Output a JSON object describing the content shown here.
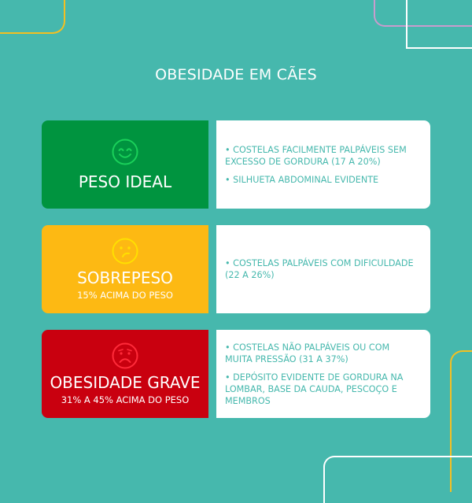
{
  "title": "OBESIDADE EM CÃES",
  "colors": {
    "background": "#46b8ad",
    "ideal": "#00943f",
    "overweight": "#fdb913",
    "obese": "#c9000f",
    "text_teal": "#46b8ad",
    "deco_yellow": "#f4bf21",
    "deco_purple": "#c99ccd",
    "deco_white": "#ffffff"
  },
  "cards": [
    {
      "icon": "happy-face-icon",
      "icon_color": "#1ad15a",
      "label": "PESO IDEAL",
      "sub": "",
      "bullets": [
        "• COSTELAS FACILMENTE PALPÁVEIS SEM EXCESSO DE GORDURA (17 A 20%)",
        "• SILHUETA ABDOMINAL EVIDENTE"
      ]
    },
    {
      "icon": "sad-face-icon",
      "icon_color": "#ffe000",
      "label": "SOBREPESO",
      "sub": "15% ACIMA DO PESO",
      "bullets": [
        "• COSTELAS PALPÁVEIS COM DIFICULDADE (22 A 26%)"
      ]
    },
    {
      "icon": "worried-face-icon",
      "icon_color": "#ff2b3a",
      "label": "OBESIDADE GRAVE",
      "sub": "31% A 45% ACIMA DO PESO",
      "bullets": [
        "• COSTELAS NÃO PALPÁVEIS OU COM MUITA PRESSÃO (31 A 37%)",
        "• DEPÓSITO EVIDENTE DE GORDURA NA LOMBAR, BASE DA CAUDA, PESCOÇO E MEMBROS"
      ]
    }
  ]
}
